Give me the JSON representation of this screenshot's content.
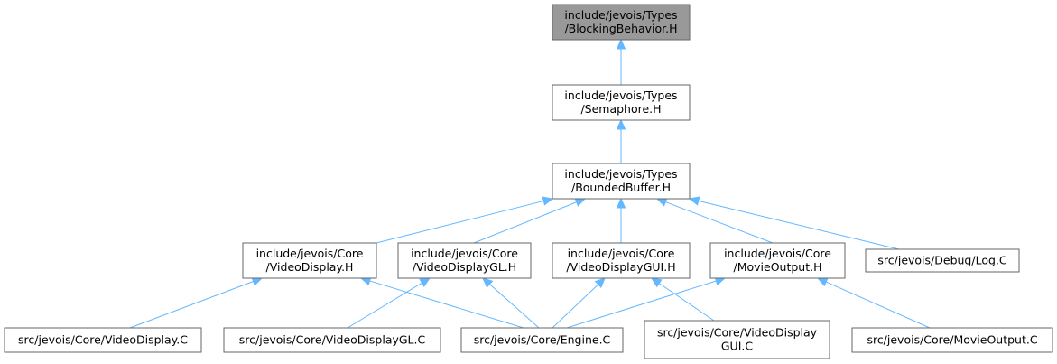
{
  "graph": {
    "nodes": [
      {
        "id": "blocking",
        "lines": [
          "include/jevois/Types",
          "/BlockingBehavior.H"
        ],
        "highlighted": true
      },
      {
        "id": "semaphore",
        "lines": [
          "include/jevois/Types",
          "/Semaphore.H"
        ]
      },
      {
        "id": "boundedbuffer",
        "lines": [
          "include/jevois/Types",
          "/BoundedBuffer.H"
        ]
      },
      {
        "id": "videodisplay_h",
        "lines": [
          "include/jevois/Core",
          "/VideoDisplay.H"
        ]
      },
      {
        "id": "videodisplaygl_h",
        "lines": [
          "include/jevois/Core",
          "/VideoDisplayGL.H"
        ]
      },
      {
        "id": "videodisplaygui_h",
        "lines": [
          "include/jevois/Core",
          "/VideoDisplayGUI.H"
        ]
      },
      {
        "id": "movieoutput_h",
        "lines": [
          "include/jevois/Core",
          "/MovieOutput.H"
        ]
      },
      {
        "id": "log_c",
        "lines": [
          "src/jevois/Debug/Log.C"
        ]
      },
      {
        "id": "videodisplay_c",
        "lines": [
          "src/jevois/Core/VideoDisplay.C"
        ]
      },
      {
        "id": "videodisplaygl_c",
        "lines": [
          "src/jevois/Core/VideoDisplayGL.C"
        ]
      },
      {
        "id": "engine_c",
        "lines": [
          "src/jevois/Core/Engine.C"
        ]
      },
      {
        "id": "videodisplaygui_c",
        "lines": [
          "src/jevois/Core/VideoDisplay",
          "GUI.C"
        ]
      },
      {
        "id": "movieoutput_c",
        "lines": [
          "src/jevois/Core/MovieOutput.C"
        ]
      }
    ],
    "edges": [
      {
        "from": "semaphore",
        "to": "blocking"
      },
      {
        "from": "boundedbuffer",
        "to": "semaphore"
      },
      {
        "from": "videodisplay_h",
        "to": "boundedbuffer"
      },
      {
        "from": "videodisplaygl_h",
        "to": "boundedbuffer"
      },
      {
        "from": "videodisplaygui_h",
        "to": "boundedbuffer"
      },
      {
        "from": "movieoutput_h",
        "to": "boundedbuffer"
      },
      {
        "from": "log_c",
        "to": "boundedbuffer"
      },
      {
        "from": "videodisplay_c",
        "to": "videodisplay_h"
      },
      {
        "from": "engine_c",
        "to": "videodisplay_h"
      },
      {
        "from": "videodisplaygl_c",
        "to": "videodisplaygl_h"
      },
      {
        "from": "engine_c",
        "to": "videodisplaygl_h"
      },
      {
        "from": "engine_c",
        "to": "videodisplaygui_h"
      },
      {
        "from": "videodisplaygui_c",
        "to": "videodisplaygui_h"
      },
      {
        "from": "engine_c",
        "to": "movieoutput_h"
      },
      {
        "from": "movieoutput_c",
        "to": "movieoutput_h"
      }
    ]
  },
  "colors": {
    "edge": "#63b8ff",
    "node_border": "#666666",
    "highlight_fill": "#999999"
  }
}
